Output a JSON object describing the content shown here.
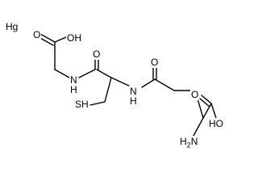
{
  "structure": {
    "labels": {
      "metal": "Hg",
      "cooh_left": "OH",
      "carbonyl_o_left": "O",
      "amide_n1": "N",
      "amide_n1_h": "H",
      "carbonyl_o_mid": "O",
      "thiol": "SH",
      "amide_n2": "N",
      "amide_n2_h": "H",
      "carbonyl_o_right": "O",
      "cooh_right_o": "O",
      "cooh_right_oh": "HO",
      "amine_h": "H",
      "amine_n": "N",
      "amine_sub": "2"
    }
  }
}
